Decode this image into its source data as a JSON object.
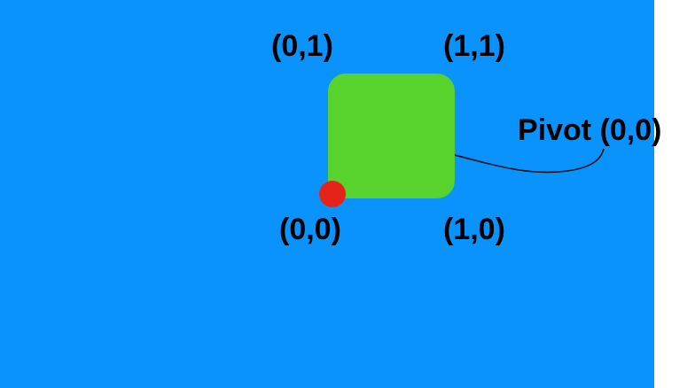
{
  "colors": {
    "background": "#0a93fc",
    "sprite": "#58d32d",
    "pivot": "#e6231b",
    "text": "#000000",
    "leader_line": "#111111"
  },
  "corner_labels": {
    "top_left": "(0,1)",
    "top_right": "(1,1)",
    "bottom_left": "(0,0)",
    "bottom_right": "(1,0)"
  },
  "pivot_label": "Pivot (0,0)"
}
